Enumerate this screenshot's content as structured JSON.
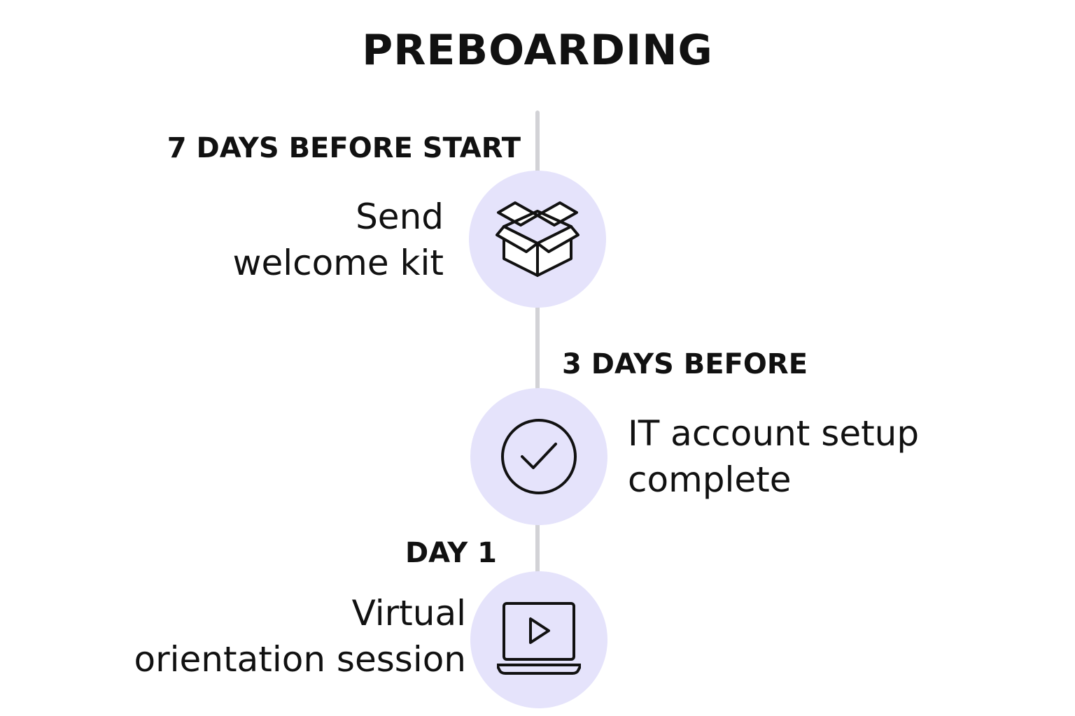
{
  "title": "PREBOARDING",
  "colors": {
    "node_fill": "#e5e3fb",
    "line": "#d2d2d6",
    "text": "#111111"
  },
  "steps": [
    {
      "time": "7 DAYS BEFORE START",
      "lines": [
        "Send",
        "welcome kit"
      ],
      "icon": "open-box-icon"
    },
    {
      "time": "3 DAYS BEFORE",
      "lines": [
        "IT account setup",
        "complete"
      ],
      "icon": "check-circle-icon"
    },
    {
      "time": "DAY 1",
      "lines": [
        "Virtual",
        "orientation session"
      ],
      "icon": "laptop-play-icon"
    }
  ]
}
